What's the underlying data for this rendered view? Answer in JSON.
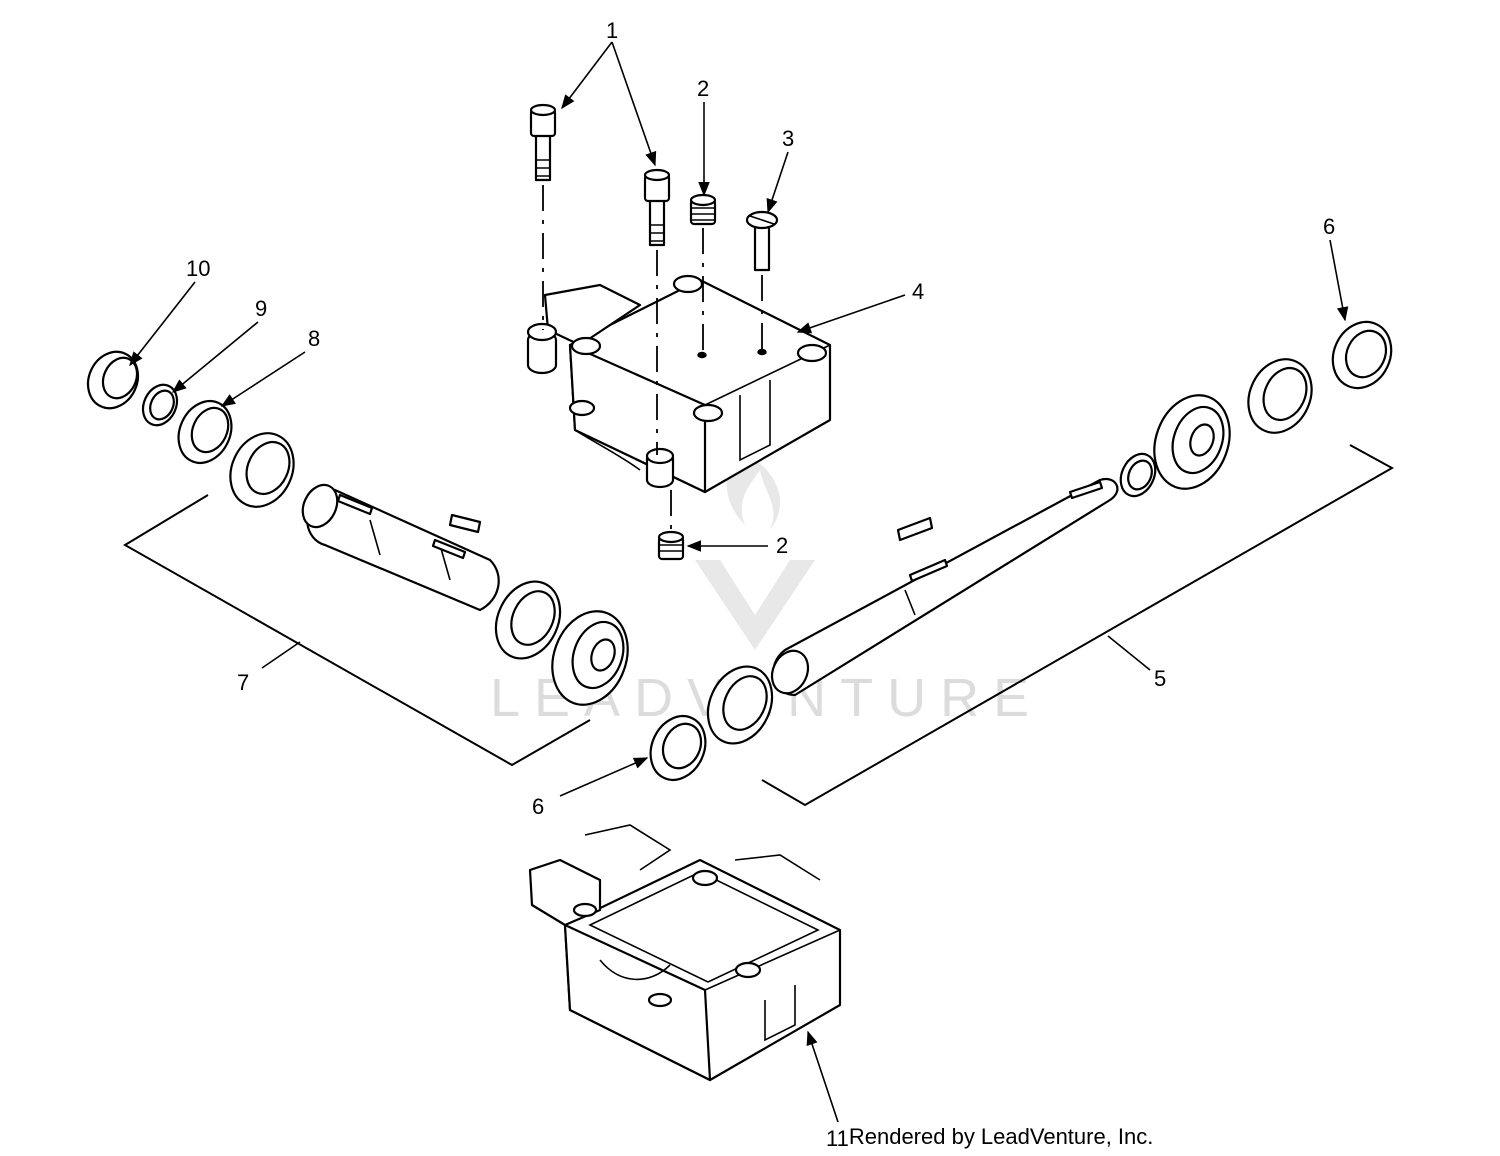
{
  "callouts": {
    "c1": "1",
    "c2_top": "2",
    "c2_side": "2",
    "c3": "3",
    "c4": "4",
    "c5": "5",
    "c6_right": "6",
    "c6_bottom": "6",
    "c7": "7",
    "c8": "8",
    "c9": "9",
    "c10": "10",
    "c11": "11"
  },
  "watermark": "LEADVENTURE",
  "credit": "Rendered by LeadVenture, Inc."
}
